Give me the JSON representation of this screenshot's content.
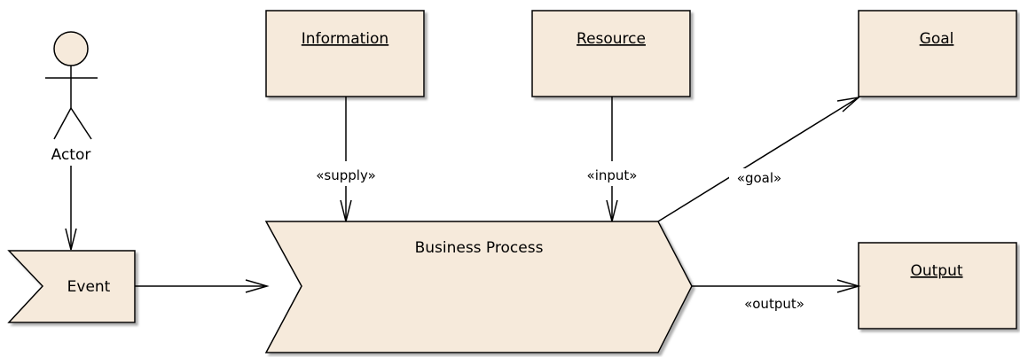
{
  "diagram": {
    "actor": {
      "label": "Actor"
    },
    "event": {
      "label": "Event"
    },
    "process": {
      "label": "Business Process"
    },
    "information": {
      "label": "Information"
    },
    "resource": {
      "label": "Resource"
    },
    "goal": {
      "label": "Goal"
    },
    "output": {
      "label": "Output"
    },
    "connectors": {
      "supply": "«supply»",
      "input": "«input»",
      "goal": "«goal»",
      "output": "«output»"
    }
  },
  "colors": {
    "fill": "#f6eadb",
    "stroke": "#000000",
    "shadow": "#b4b4b4"
  }
}
